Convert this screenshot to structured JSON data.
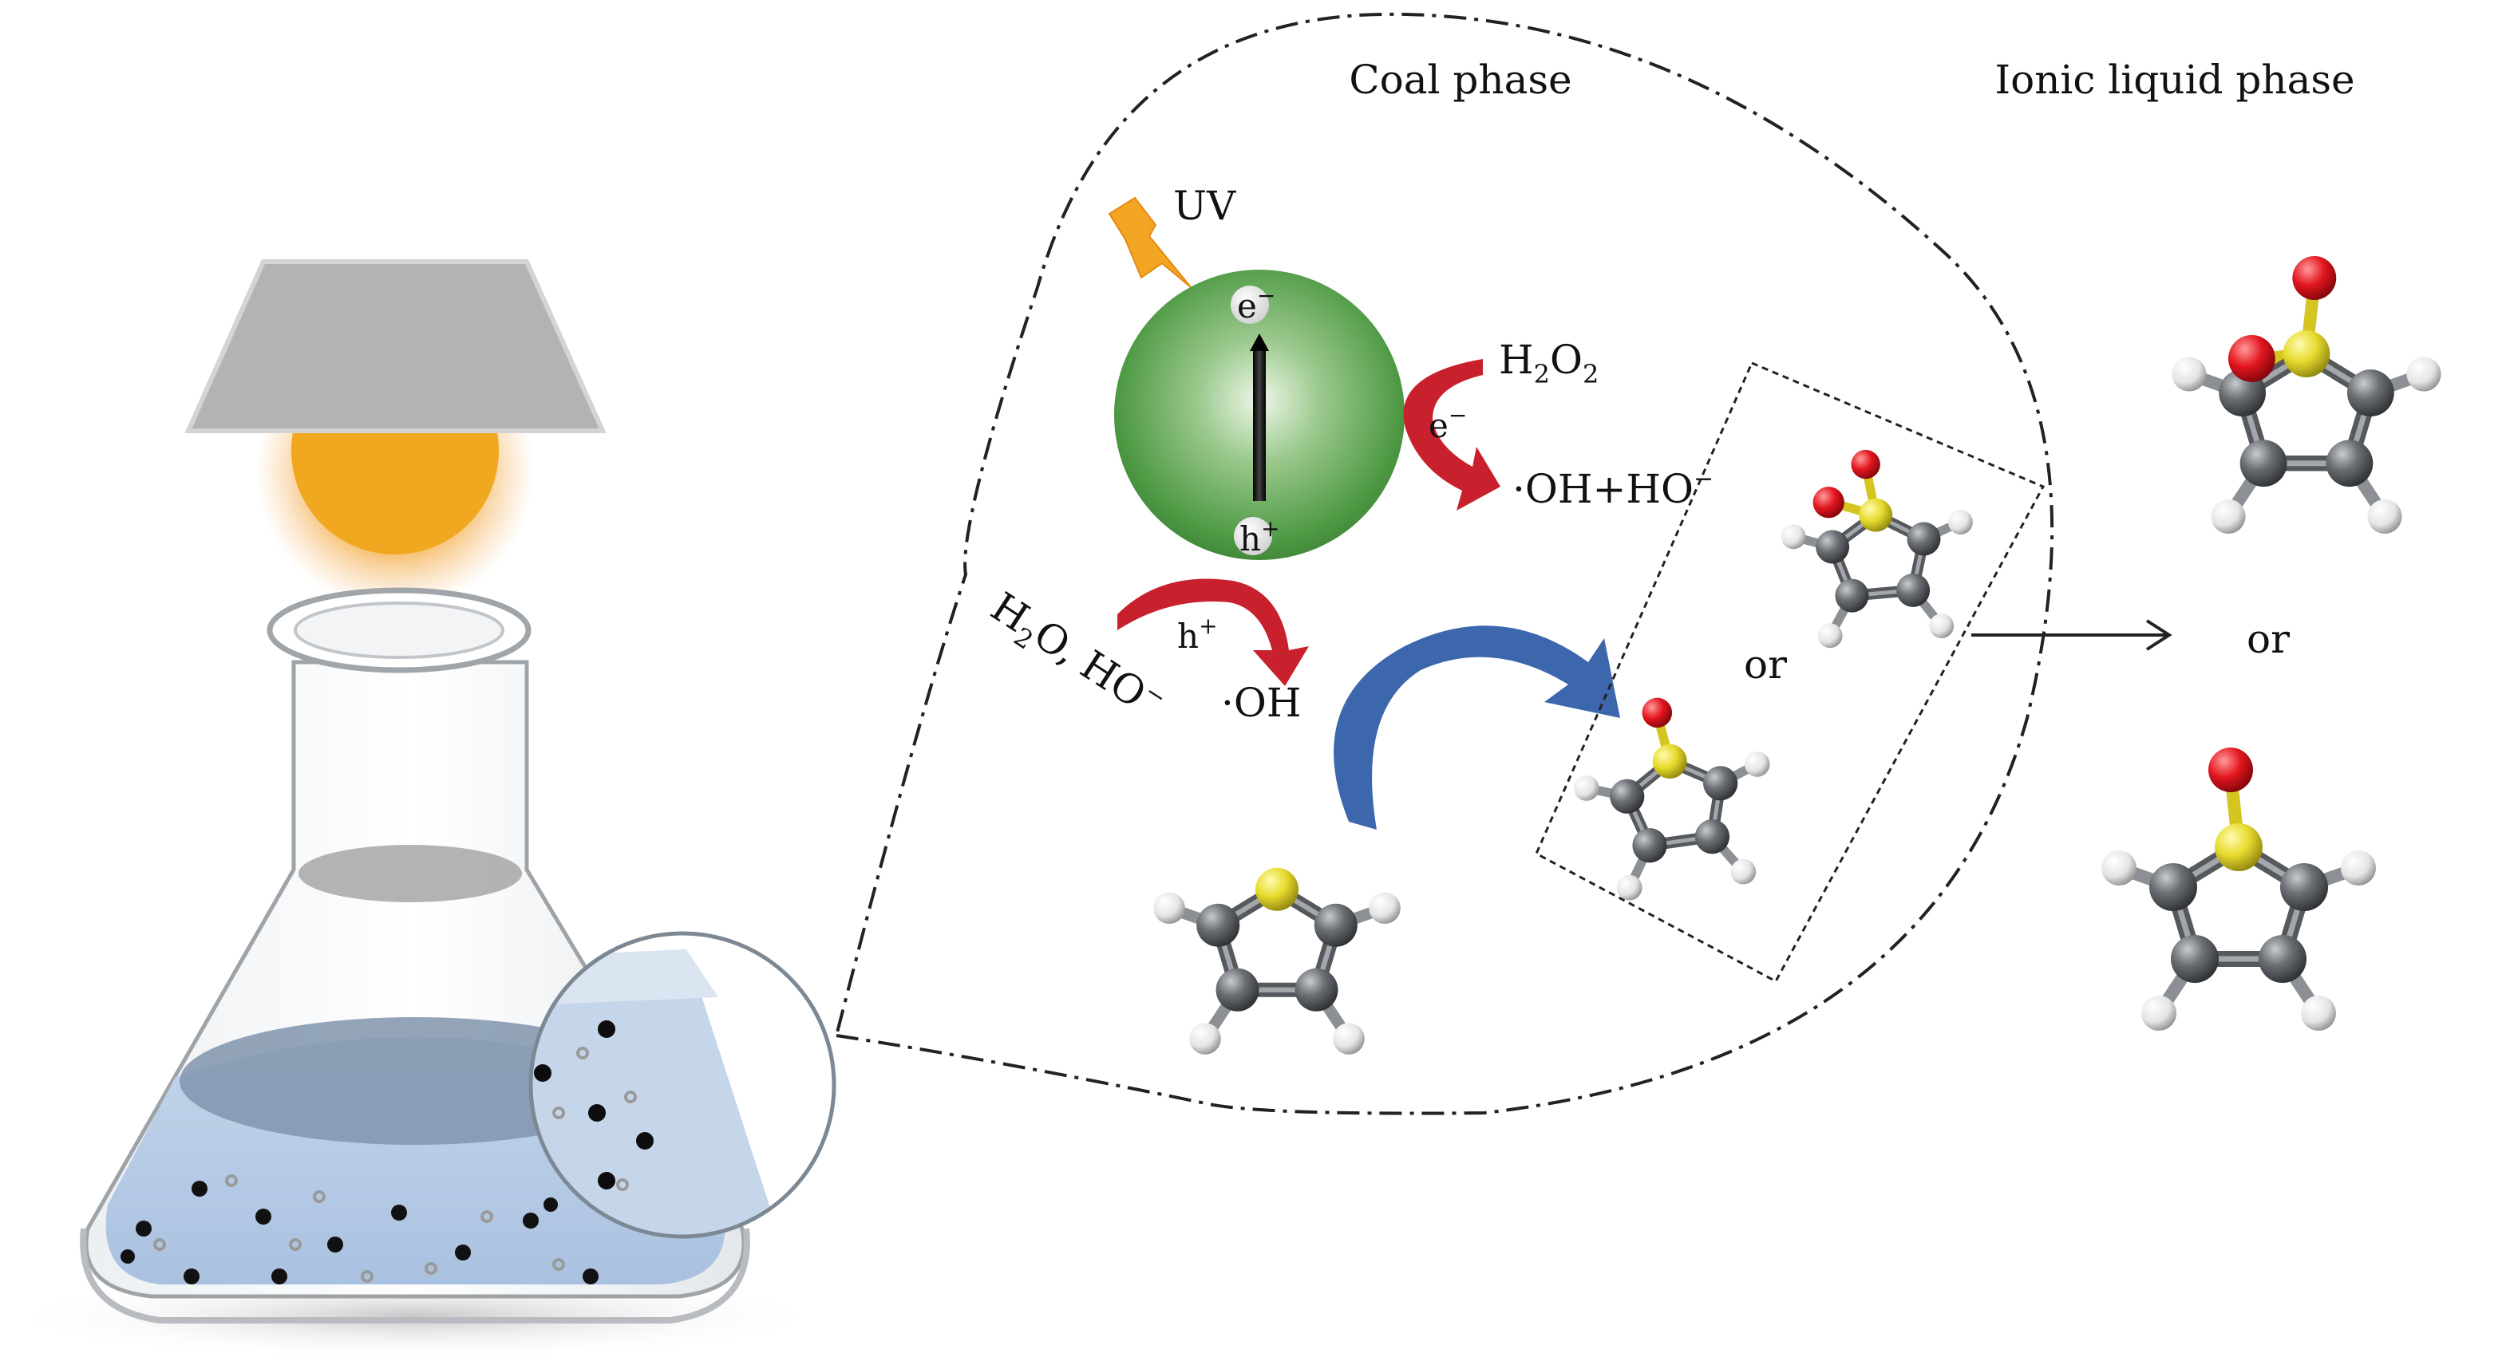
{
  "labels": {
    "coal_phase": "Coal phase",
    "ionic_liquid_phase": "Ionic liquid phase",
    "uv": "UV",
    "electron": "e",
    "electron_sup": "−",
    "hole": "h",
    "hole_sup": "+",
    "h2o2_h": "H",
    "h2o2_sub1": "2",
    "h2o2_o": "O",
    "h2o2_sub2": "2",
    "e_arrow_base": "e",
    "e_arrow_sup": "−",
    "oh_ho_products": "·OH+HO",
    "oh_ho_sup": "−",
    "h_arrow_base": "h",
    "h_arrow_sup": "+",
    "h2o_h": "H",
    "h2o_sub": "2",
    "h2o_rest": "O, HO",
    "h2o_sup": "−",
    "oh_product": "·OH",
    "or_box": "or",
    "or_right": "or"
  },
  "colors": {
    "oxygen": "#e3161f",
    "sulfur": "#e1d62a",
    "carbon": "#5f6266",
    "hydrogen": "#f0f0f0",
    "catalyst_green": "#4f9a45",
    "red_arrow": "#c8202c",
    "blue_arrow": "#3c67ad",
    "lamp_orange": "#f0a820",
    "liquid_blue": "#b7cce6"
  },
  "icons": [
    "uv-lightning-icon",
    "lamp-icon",
    "flask-icon",
    "magnifier-circle-icon"
  ]
}
